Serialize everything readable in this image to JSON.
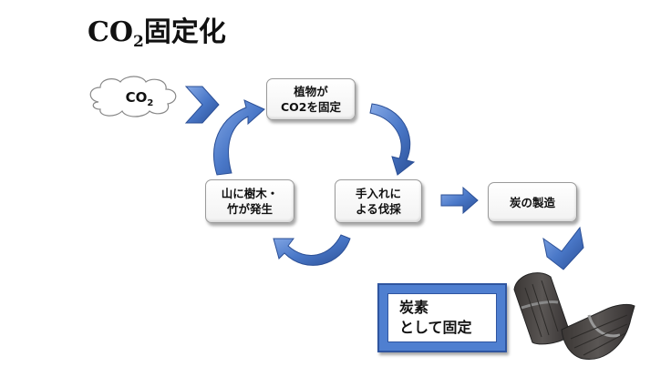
{
  "title": {
    "main": "CO",
    "subscript": "2",
    "rest": "固定化"
  },
  "cloud": {
    "main": "CO",
    "subscript": "2"
  },
  "nodes": {
    "plant_fix": {
      "line1": "植物が",
      "line2": "CO2を固定"
    },
    "thinning": {
      "line1": "手入れに",
      "line2": "よる伐採"
    },
    "regrowth": {
      "line1": "山に樹木・",
      "line2": "竹が発生"
    },
    "charcoal": {
      "line1": "炭の製造"
    }
  },
  "result": {
    "line1": "炭素",
    "line2": "として固定"
  },
  "colors": {
    "arrow": "#4a78c8",
    "arrow_dark": "#2b4f96",
    "arrow_light": "#8fb0ea",
    "charcoal": "#4a4644"
  }
}
